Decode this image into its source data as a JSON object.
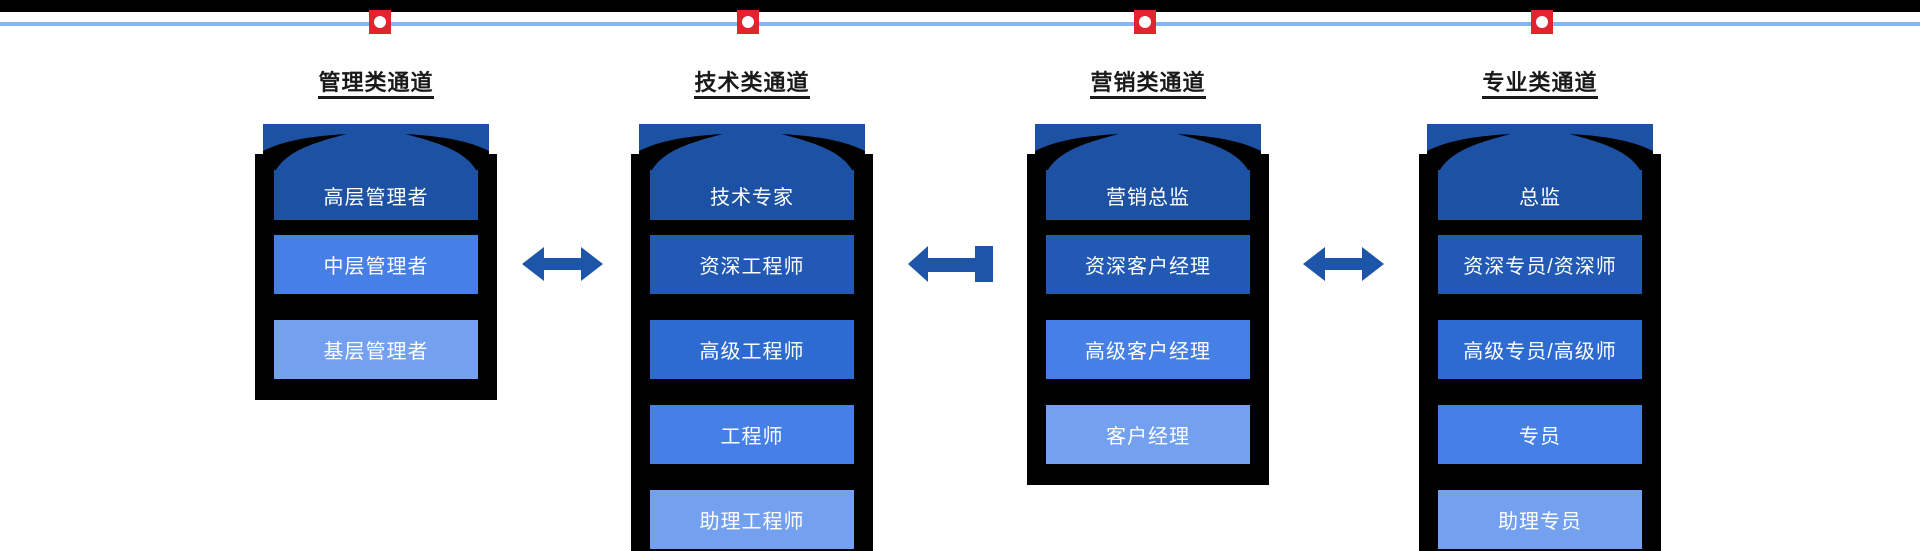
{
  "timeline": {
    "line_color": "#86b4f2",
    "marker_color": "#e2242f",
    "marker_dot_color": "#ffffff",
    "marker_count": 4
  },
  "colors": {
    "top_bar": "#000000",
    "ladder_frame": "#000000",
    "banner": "#1d51a3",
    "title_text": "#1a1a1a",
    "level_text": "#ffffff",
    "arrow": "#1d56a8"
  },
  "channels": [
    {
      "title": "管理类通道",
      "levels": [
        {
          "label": "高层管理者",
          "color": "#1d51a3"
        },
        {
          "label": "中层管理者",
          "color": "#4680e6"
        },
        {
          "label": "基层管理者",
          "color": "#74a0f0"
        }
      ]
    },
    {
      "title": "技术类通道",
      "levels": [
        {
          "label": "技术专家",
          "color": "#1d51a3"
        },
        {
          "label": "资深工程师",
          "color": "#2159b4"
        },
        {
          "label": "高级工程师",
          "color": "#2e6bd0"
        },
        {
          "label": "工程师",
          "color": "#4680e6"
        },
        {
          "label": "助理工程师",
          "color": "#74a0f0"
        }
      ]
    },
    {
      "title": "营销类通道",
      "levels": [
        {
          "label": "营销总监",
          "color": "#1d51a3"
        },
        {
          "label": "资深客户经理",
          "color": "#2159b4"
        },
        {
          "label": "高级客户经理",
          "color": "#4680e6"
        },
        {
          "label": "客户经理",
          "color": "#74a0f0"
        }
      ]
    },
    {
      "title": "专业类通道",
      "levels": [
        {
          "label": "总监",
          "color": "#1d51a3"
        },
        {
          "label": "资深专员/资深师",
          "color": "#2159b4"
        },
        {
          "label": "高级专员/高级师",
          "color": "#2e6bd0"
        },
        {
          "label": "专员",
          "color": "#4680e6"
        },
        {
          "label": "助理专员",
          "color": "#74a0f0"
        }
      ]
    }
  ],
  "arrows": [
    {
      "between": "管理类通道-技术类通道",
      "style": "double-headed",
      "color": "#1d56a8"
    },
    {
      "between": "技术类通道-营销类通道",
      "style": "left-pointing-with-end-bar",
      "color": "#1d56a8"
    },
    {
      "between": "营销类通道-专业类通道",
      "style": "double-headed",
      "color": "#1d56a8"
    }
  ]
}
